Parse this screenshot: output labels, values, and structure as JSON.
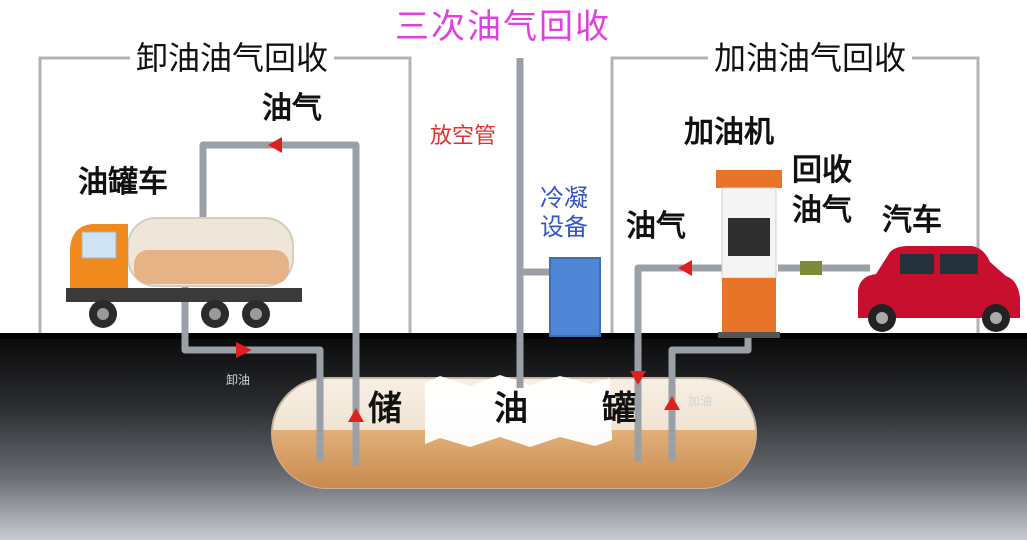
{
  "labels": {
    "top_title": "三次油气回收",
    "unload_title": "卸油油气回收",
    "refuel_title": "加油油气回收",
    "vapor_top": "油气",
    "tanker": "油罐车",
    "vent_pipe": "放空管",
    "condenser_line1": "冷凝",
    "condenser_line2": "设备",
    "dispenser": "加油机",
    "recover_line1": "回收",
    "recover_line2": "油气",
    "vapor_right": "油气",
    "car": "汽车",
    "unload_small": "卸油",
    "refuel_small": "加油",
    "tank_char_1": "储",
    "tank_char_2": "油",
    "tank_char_3": "罐"
  },
  "colors": {
    "ground": "#111111",
    "pipe": "#9aa0a6",
    "oil": "#d9a46c",
    "vapor_space": "#f2e6d6",
    "arrow": "#e02020",
    "condenser": "#4f86d6",
    "car_body": "#c8102e",
    "truck_cab": "#f08a1c",
    "dispenser_top": "#e8742a",
    "title_magenta": "#e040e0",
    "vent_label": "#e03030",
    "condenser_label": "#3355cc"
  },
  "icons": {
    "tanker": "tanker-truck-icon",
    "car": "car-icon",
    "dispenser": "fuel-dispenser-icon",
    "condenser": "condenser-unit-icon",
    "arrow": "flow-arrow-icon"
  }
}
